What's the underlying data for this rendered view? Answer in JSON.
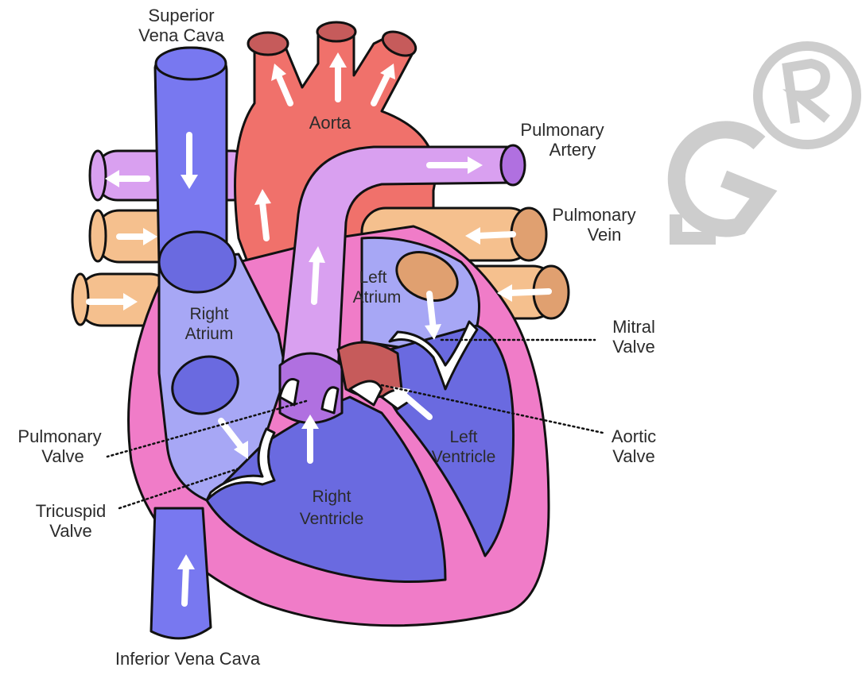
{
  "labels": {
    "superior_vena_cava": [
      "Superior",
      "Vena Cava"
    ],
    "aorta": "Aorta",
    "pulmonary_artery": [
      "Pulmonary",
      "Artery"
    ],
    "pulmonary_vein": [
      "Pulmonary",
      "Vein"
    ],
    "left_atrium": [
      "Left",
      "Atrium"
    ],
    "right_atrium": [
      "Right",
      "Atrium"
    ],
    "mitral_valve": [
      "Mitral",
      "Valve"
    ],
    "aortic_valve": [
      "Aortic",
      "Valve"
    ],
    "pulmonary_valve": [
      "Pulmonary",
      "Valve"
    ],
    "tricuspid_valve": [
      "Tricuspid",
      "Valve"
    ],
    "left_ventricle": [
      "Left",
      "Ventricle"
    ],
    "right_ventricle": [
      "Right",
      "Ventricle"
    ],
    "inferior_vena_cava": "Inferior Vena Cava"
  },
  "watermark": "G®",
  "colors": {
    "deoxygenated": "#7878f0",
    "deoxygenated_light": "#a7a7f5",
    "oxygenated": "#f0716b",
    "oxygenated_dark": "#c65b5b",
    "pulmonary_artery": "#d9a0f0",
    "pulmonary_vein": "#f5c08e",
    "myocardium": "#f07cc8",
    "ventricle": "#6a6ae0",
    "valve": "#ffffff",
    "watermark": "#c8c8c8"
  }
}
